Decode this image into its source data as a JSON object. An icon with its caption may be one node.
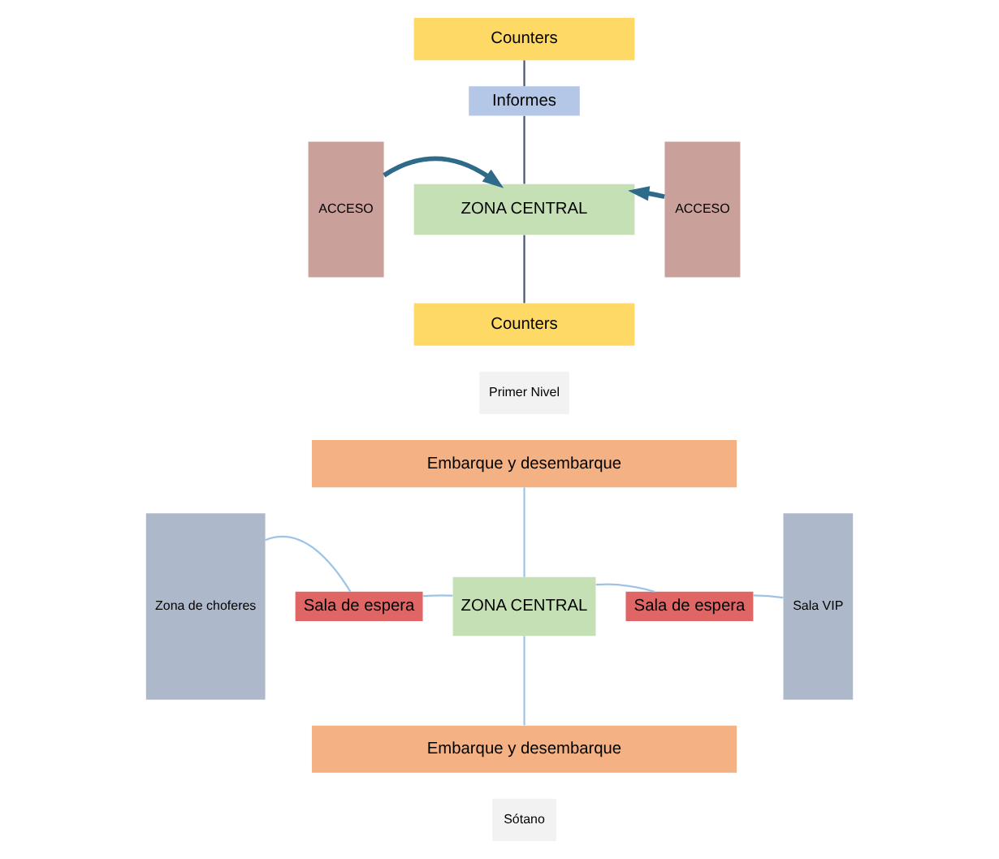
{
  "diagram": {
    "nodes": [
      {
        "text": [
          "Counters"
        ]
      },
      {
        "text": [
          "Informes"
        ]
      },
      {
        "text": [
          "ZONA CENTRAL"
        ]
      },
      {
        "text": [
          "Counters"
        ]
      },
      {
        "text": [
          "ACCESO"
        ]
      },
      {
        "text": [
          "ACCESO"
        ]
      },
      {
        "text": [
          "Embarque y desembarque"
        ]
      },
      {
        "text": [
          "Zona de choferes"
        ]
      },
      {
        "text": [
          "Sala de espera"
        ]
      },
      {
        "text": [
          "ZONA CENTRAL"
        ]
      },
      {
        "text": [
          "Sala de espera"
        ]
      },
      {
        "text": [
          "Sala VIP"
        ]
      },
      {
        "text": [
          "Embarque y desembarque"
        ]
      }
    ],
    "edges": [
      {
        "from": 0,
        "to": 1,
        "arrow": "none",
        "color": "#44546a"
      },
      {
        "from": 1,
        "to": 2,
        "arrow": "none",
        "color": "#44546a"
      },
      {
        "from": 2,
        "to": 3,
        "arrow": "none",
        "color": "#44546a"
      },
      {
        "from": 4,
        "to": 2,
        "arrow": "to",
        "style": "thick",
        "color": "#2e6b8a"
      },
      {
        "from": 5,
        "to": 2,
        "arrow": "to",
        "style": "thick",
        "color": "#2e6b8a"
      },
      {
        "from": 6,
        "to": 9,
        "arrow": "none"
      },
      {
        "from": 7,
        "to": 8,
        "arrow": "none"
      },
      {
        "from": 8,
        "to": 9,
        "arrow": "none"
      },
      {
        "from": 9,
        "to": 10,
        "arrow": "none"
      },
      {
        "from": 10,
        "to": 11,
        "arrow": "none"
      },
      {
        "from": 9,
        "to": 12,
        "arrow": "none"
      }
    ],
    "labels": [
      "Primer Nivel",
      "Sótano"
    ]
  }
}
